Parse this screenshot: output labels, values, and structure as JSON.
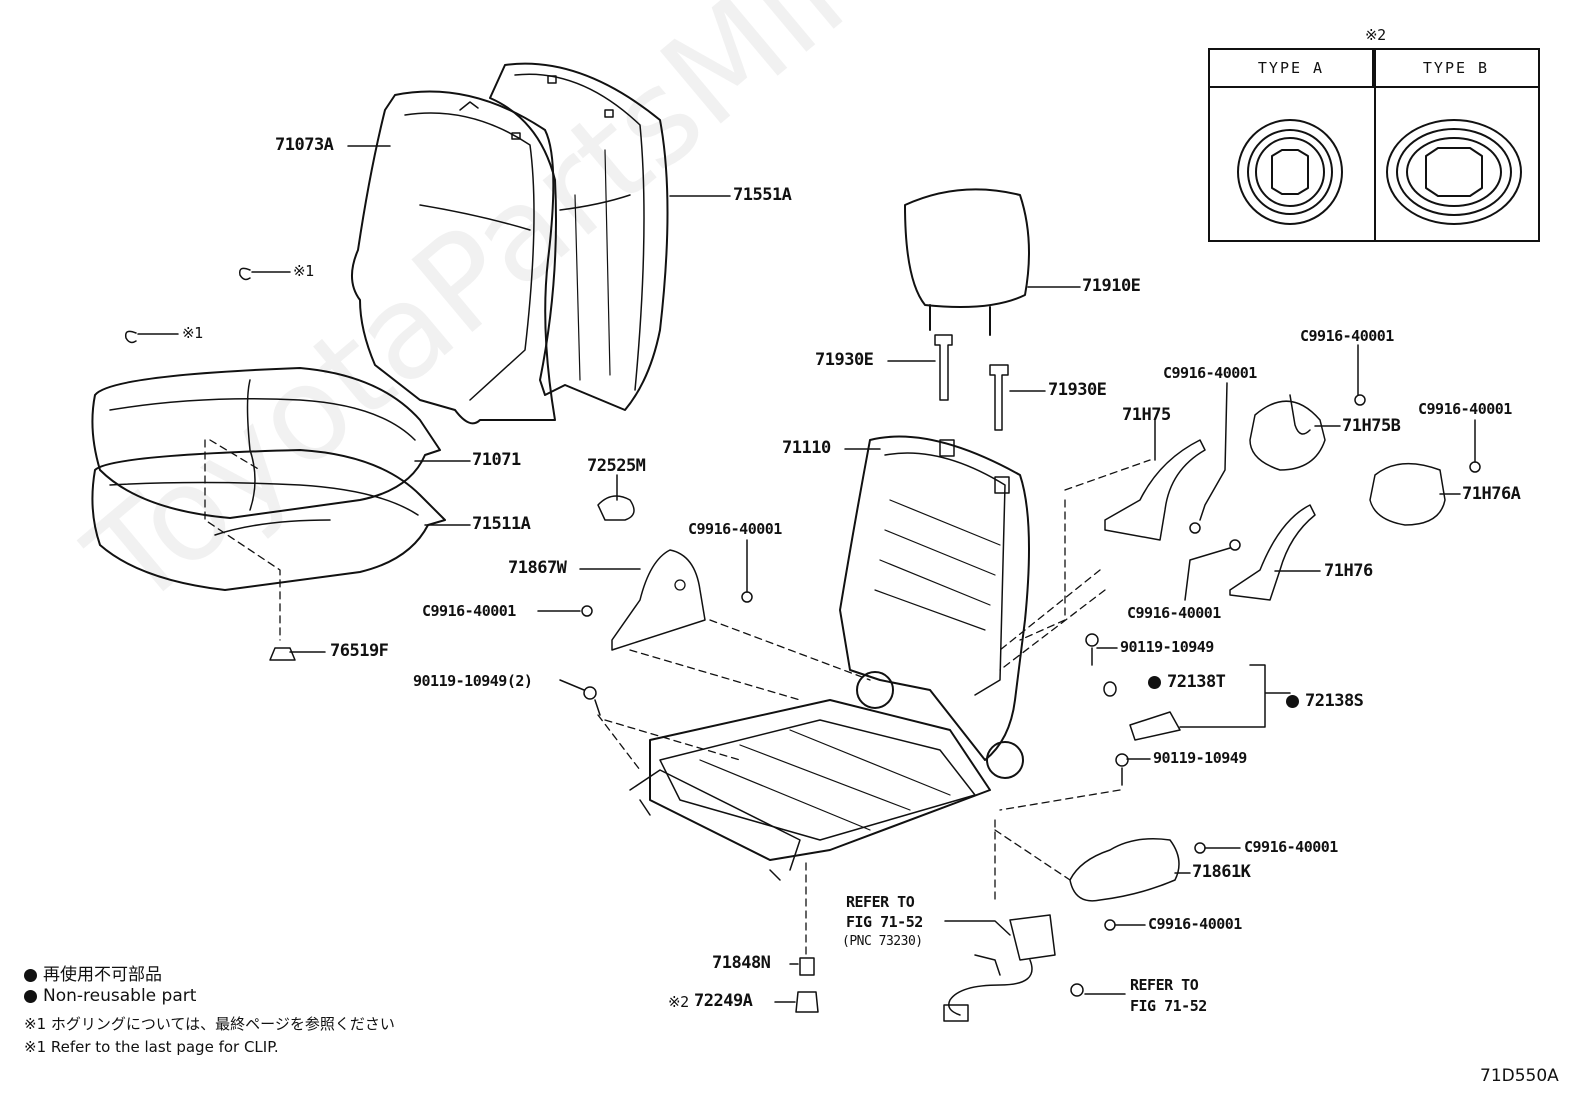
{
  "parts": {
    "p71073A": "71073A",
    "p71551A": "71551A",
    "p71071": "71071",
    "p71511A": "71511A",
    "p76519F": "76519F",
    "p72525M": "72525M",
    "p71867W": "71867W",
    "pC9916_a": "C9916-40001",
    "pC9916_b": "C9916-40001",
    "p90119_2": "90119-10949(2)",
    "p71910E": "71910E",
    "p71930E_a": "71930E",
    "p71930E_b": "71930E",
    "p71110": "71110",
    "p71H75": "71H75",
    "pC9916_c": "C9916-40001",
    "pC9916_d": "C9916-40001",
    "p71H75B": "71H75B",
    "pC9916_e": "C9916-40001",
    "p71H76A": "71H76A",
    "p71H76": "71H76",
    "pC9916_f": "C9916-40001",
    "p90119_a": "90119-10949",
    "p72138T": "72138T",
    "p72138S": "72138S",
    "p90119_b": "90119-10949",
    "pC9916_g": "C9916-40001",
    "p71861K": "71861K",
    "pC9916_h": "C9916-40001",
    "p71848N": "71848N",
    "p72249A": "72249A",
    "clip1": "※1",
    "clip2": "※1"
  },
  "refers": {
    "refer1_line1": "REFER TO",
    "refer1_line2": "FIG 71-52",
    "refer1_line3": "(PNC 73230)",
    "refer2_line1": "REFER TO",
    "refer2_line2": "FIG 71-52",
    "mark2": "※2"
  },
  "type_box": {
    "mark": "※2",
    "type_a": "TYPE A",
    "type_b": "TYPE B"
  },
  "legend": {
    "nonreuse_jp": "再使用不可部品",
    "nonreuse_en": "Non-reusable part",
    "note1_jp": "※1 ホグリングについては、最終ページを参照ください",
    "note1_en": "※1 Refer to the last page for CLIP."
  },
  "figure_code": "71D550A",
  "watermark": "ToyotaPartsMine.ru"
}
